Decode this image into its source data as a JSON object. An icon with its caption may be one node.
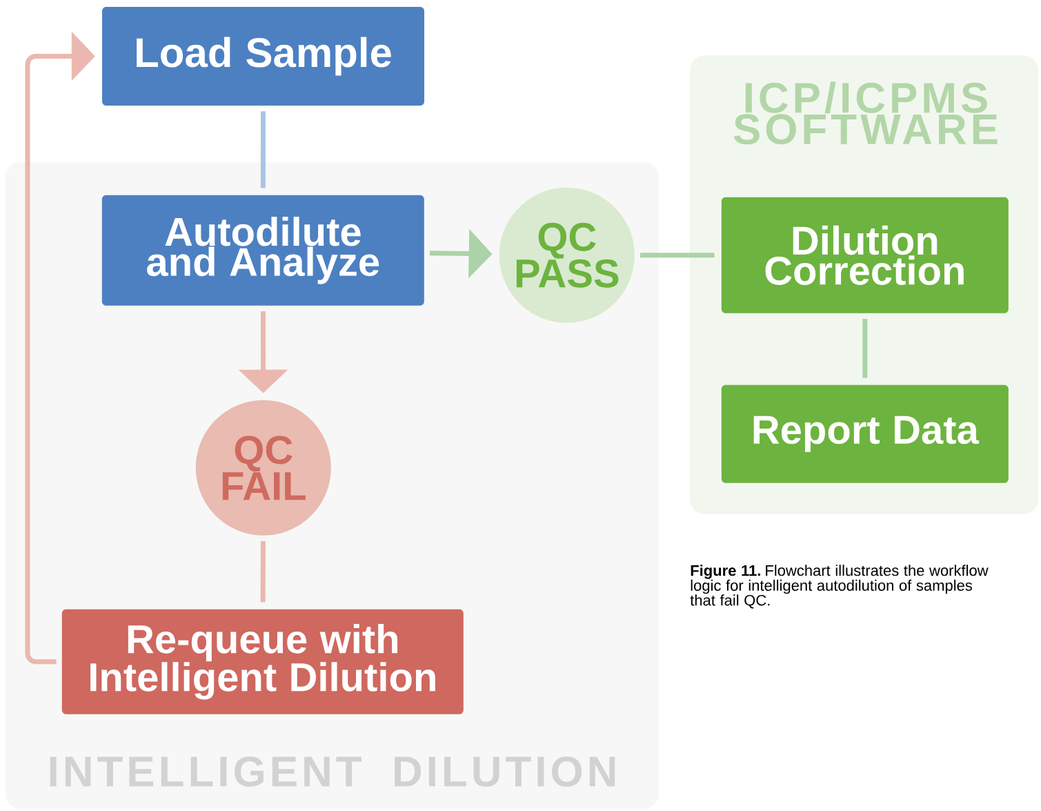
{
  "diagram": {
    "caption": "**Figure 11.** Flowchart illustrates the workflow logic for intelligent autodilution of samples that fail QC.",
    "nodes": [
      {
        "text": [
          "INTELLIGENT DILUTION"
        ]
      },
      {
        "text": [
          "ICP/ICPMS SOFTWARE"
        ]
      },
      {
        "text": [
          "Load Sample"
        ]
      },
      {
        "text": [
          "Autodilute and Analyze"
        ],
        "in": 0
      },
      {
        "text": [
          "QC PASS"
        ],
        "in": 0
      },
      {
        "text": [
          "QC FAIL"
        ],
        "in": 0
      },
      {
        "text": [
          "Re-queue with Intelligent Dilution"
        ],
        "in": 0
      },
      {
        "text": [
          "Dilution Correction"
        ],
        "in": 1
      },
      {
        "text": [
          "Report Data"
        ],
        "in": 1
      }
    ],
    "edges": [
      {
        "from": 2,
        "to": 3,
        "arrow": "none",
        "color": "#a9c4e4"
      },
      {
        "from": 3,
        "to": 4,
        "arrow": "to",
        "color": "#acd3a8"
      },
      {
        "from": 4,
        "to": 7,
        "arrow": "none",
        "color": "#acd3a8"
      },
      {
        "from": 3,
        "to": 5,
        "arrow": "to",
        "color": "#eab8ae"
      },
      {
        "from": 5,
        "to": 6,
        "arrow": "none",
        "color": "#eab8ae"
      },
      {
        "from": 6,
        "to": 2,
        "arrow": "to",
        "color": "#eab8ae"
      },
      {
        "from": 7,
        "to": 8,
        "arrow": "none",
        "color": "#acd3a8"
      }
    ]
  }
}
